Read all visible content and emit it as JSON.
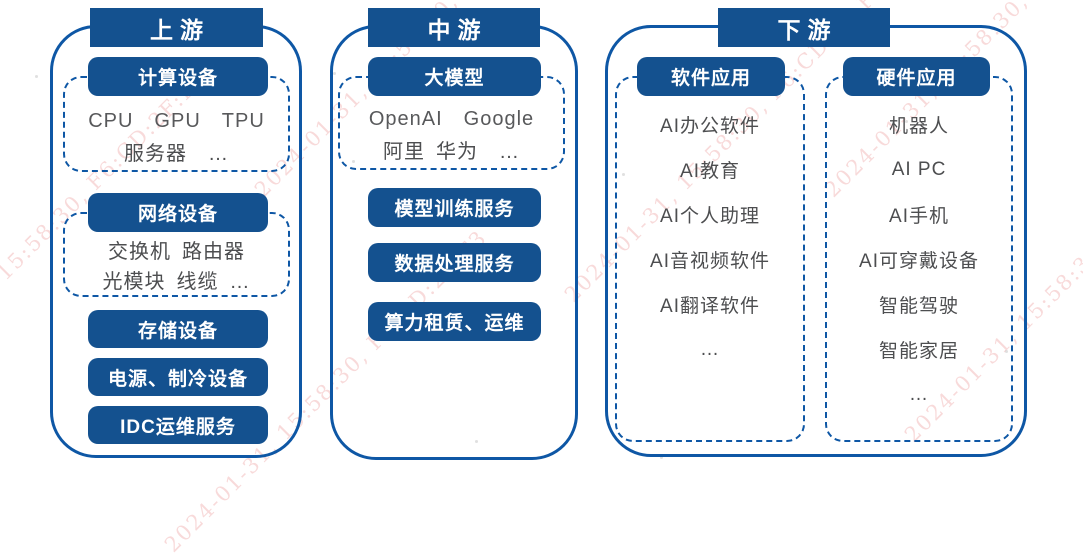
{
  "watermark": {
    "text": "2024-01-31, 15:58:30, F6:CD:2F:F3"
  },
  "colors": {
    "primary_blue": "#14518F",
    "border_blue": "#0E57A5",
    "item_text": "#4D4E50",
    "watermark_pink": "#F3BCBC"
  },
  "columns": [
    {
      "title": "上游",
      "groups": [
        {
          "label": "计算设备",
          "lines": [
            "CPU GPU TPU",
            "服务器 …"
          ]
        },
        {
          "label": "网络设备",
          "lines": [
            "交换机 路由器",
            "光模块 线缆 …"
          ]
        }
      ],
      "buttons": [
        "存储设备",
        "电源、制冷设备",
        "IDC运维服务"
      ]
    },
    {
      "title": "中游",
      "groups": [
        {
          "label": "大模型",
          "lines": [
            "OpenAI Google",
            "阿里 华为 …"
          ]
        }
      ],
      "buttons": [
        "模型训练服务",
        "数据处理服务",
        "算力租赁、运维"
      ]
    },
    {
      "title": "下游",
      "subcolumns": [
        {
          "label": "软件应用",
          "items": [
            "AI办公软件",
            "AI教育",
            "AI个人助理",
            "AI音视频软件",
            "AI翻译软件",
            "…"
          ]
        },
        {
          "label": "硬件应用",
          "items": [
            "机器人",
            "AI PC",
            "AI手机",
            "AI可穿戴设备",
            "智能驾驶",
            "智能家居",
            "…"
          ]
        }
      ]
    }
  ]
}
